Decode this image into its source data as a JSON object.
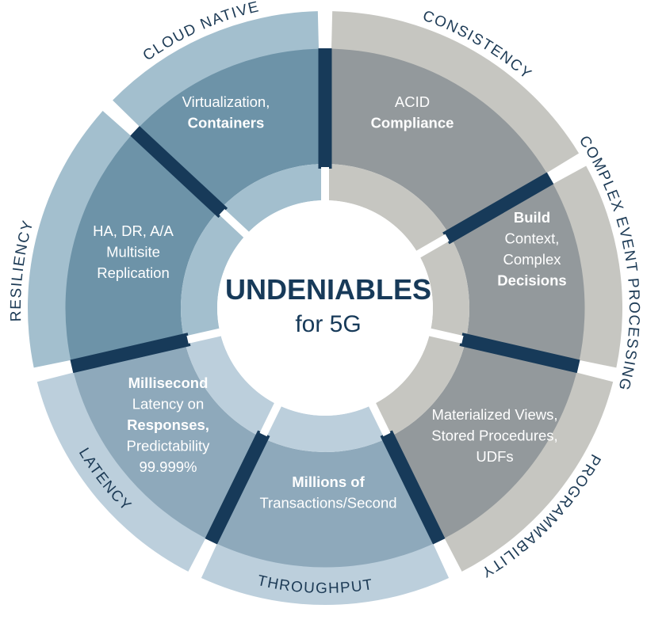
{
  "colors": {
    "navy": "#173a59",
    "blue_outer": "#a3bfce",
    "blue_mid": "#6d93a8",
    "blue_inner": "#a3bfce",
    "gray_outer": "#c6c6c1",
    "gray_mid": "#93999c",
    "gray_inner": "#c6c6c1",
    "light_outer": "#bccfdc",
    "light_mid": "#8ea9bb",
    "light_inner": "#bccfdc"
  },
  "center": {
    "title": "UNDENIABLES",
    "subtitle": "for 5G"
  },
  "segments": [
    {
      "id": "cloud-native",
      "outer_label": "CLOUD NATIVE",
      "theme": "blue",
      "lines": [
        [
          {
            "t": "Virtualization,",
            "b": false
          }
        ],
        [
          {
            "t": "Containers",
            "b": true
          }
        ]
      ]
    },
    {
      "id": "consistency",
      "outer_label": "CONSISTENCY",
      "theme": "gray",
      "lines": [
        [
          {
            "t": "ACID",
            "b": false
          }
        ],
        [
          {
            "t": "Compliance",
            "b": true
          }
        ]
      ]
    },
    {
      "id": "complex-event-processing",
      "outer_label": "COMPLEX EVENT PROCESSING",
      "theme": "gray",
      "lines": [
        [
          {
            "t": "Build",
            "b": true
          }
        ],
        [
          {
            "t": "Context,",
            "b": false
          }
        ],
        [
          {
            "t": "Complex",
            "b": false
          }
        ],
        [
          {
            "t": "Decisions",
            "b": true
          }
        ]
      ]
    },
    {
      "id": "programmability",
      "outer_label": "PROGRAMMABILITY",
      "theme": "gray",
      "lines": [
        [
          {
            "t": "Materialized Views,",
            "b": false
          }
        ],
        [
          {
            "t": "Stored Procedures,",
            "b": false
          }
        ],
        [
          {
            "t": "UDFs",
            "b": false
          }
        ]
      ]
    },
    {
      "id": "throughput",
      "outer_label": "THROUGHPUT",
      "theme": "light",
      "lines": [
        [
          {
            "t": "Millions of",
            "b": true
          }
        ],
        [
          {
            "t": "Transactions/Second",
            "b": false
          }
        ]
      ]
    },
    {
      "id": "latency",
      "outer_label": "LATENCY",
      "theme": "light",
      "lines": [
        [
          {
            "t": "Millisecond",
            "b": true
          }
        ],
        [
          {
            "t": "Latency on",
            "b": false
          }
        ],
        [
          {
            "t": "Responses,",
            "b": true
          }
        ],
        [
          {
            "t": "Predictability",
            "b": false
          }
        ],
        [
          {
            "t": "99.999%",
            "b": false
          }
        ]
      ]
    },
    {
      "id": "resiliency",
      "outer_label": "RESILIENCY",
      "theme": "blue",
      "lines": [
        [
          {
            "t": "HA, DR, A/A",
            "b": false
          }
        ],
        [
          {
            "t": "Multisite",
            "b": false
          }
        ],
        [
          {
            "t": "Replication",
            "b": false
          }
        ]
      ]
    }
  ]
}
